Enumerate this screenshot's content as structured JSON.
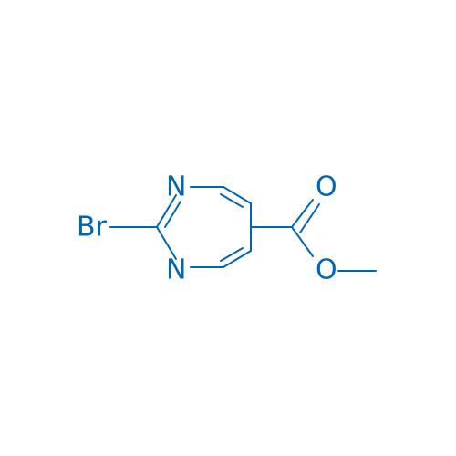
{
  "molecule": {
    "atoms": {
      "br": "Br",
      "n_top": "N",
      "n_bottom": "N",
      "o_carbonyl": "O",
      "o_ester": "O"
    }
  },
  "colors": {
    "structure": "#0066b3",
    "background": "#ffffff"
  }
}
